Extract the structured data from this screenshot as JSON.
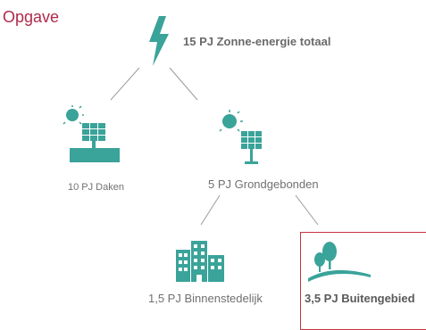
{
  "header": {
    "title": "Opgave"
  },
  "tree": {
    "root": {
      "label": "15 PJ Zonne-energie totaal",
      "icon": "lightning-bolt-icon"
    },
    "daken": {
      "label": "10 PJ Daken",
      "icon": "solar-panel-roof-icon"
    },
    "grondgebonden": {
      "label": "5 PJ Grondgebonden",
      "icon": "solar-panel-ground-icon"
    },
    "binnenstedelijk": {
      "label": "1,5 PJ Binnenstedelijk",
      "icon": "buildings-icon"
    },
    "buitengebied": {
      "label": "3,5 PJ Buitengebied",
      "icon": "trees-hill-icon",
      "highlighted": true
    }
  },
  "colors": {
    "title": "#b0294a",
    "icon_teal": "#3aa39a",
    "line": "#9a9a9a",
    "highlight_border": "#c8313a"
  }
}
